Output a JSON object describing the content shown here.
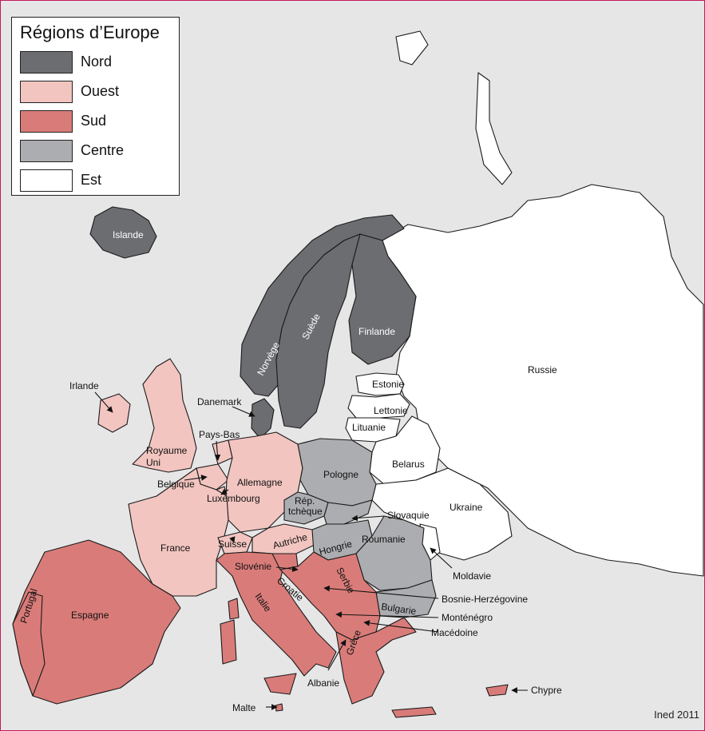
{
  "legend": {
    "title": "Régions d’Europe",
    "items": [
      {
        "label": "Nord",
        "color": "#6b6d70"
      },
      {
        "label": "Ouest",
        "color": "#f2c5c0"
      },
      {
        "label": "Sud",
        "color": "#d97c79"
      },
      {
        "label": "Centre",
        "color": "#acadb0"
      },
      {
        "label": "Est",
        "color": "#ffffff"
      }
    ]
  },
  "countries": {
    "islande": "Islande",
    "norvege": "Norvège",
    "suede": "Suède",
    "finlande": "Finlande",
    "danemark": "Danemark",
    "irlande": "Irlande",
    "royaume_uni_1": "Royaume",
    "royaume_uni_2": "Uni",
    "pays_bas": "Pays-Bas",
    "belgique": "Belgique",
    "luxembourg": "Luxembourg",
    "allemagne": "Allemagne",
    "france": "France",
    "suisse": "Suisse",
    "autriche": "Autriche",
    "pologne": "Pologne",
    "rep_tcheque_1": "Rép.",
    "rep_tcheque_2": "tchèque",
    "slovaquie": "Slovaquie",
    "hongrie": "Hongrie",
    "roumanie": "Roumanie",
    "bulgarie": "Bulgarie",
    "estonie": "Estonie",
    "lettonie": "Lettonie",
    "lituanie": "Lituanie",
    "belarus": "Belarus",
    "ukraine": "Ukraine",
    "moldavie": "Moldavie",
    "russie": "Russie",
    "portugal": "Portugal",
    "espagne": "Espagne",
    "italie": "Italie",
    "slovenie": "Slovénie",
    "croatie": "Croatie",
    "serbie": "Serbie",
    "bosnie": "Bosnie-Herzégovine",
    "montenegro": "Monténégro",
    "macedoine": "Macédoine",
    "albanie": "Albanie",
    "grece": "Grèce",
    "malte": "Malte",
    "chypre": "Chypre"
  },
  "credit": "Ined 2011"
}
